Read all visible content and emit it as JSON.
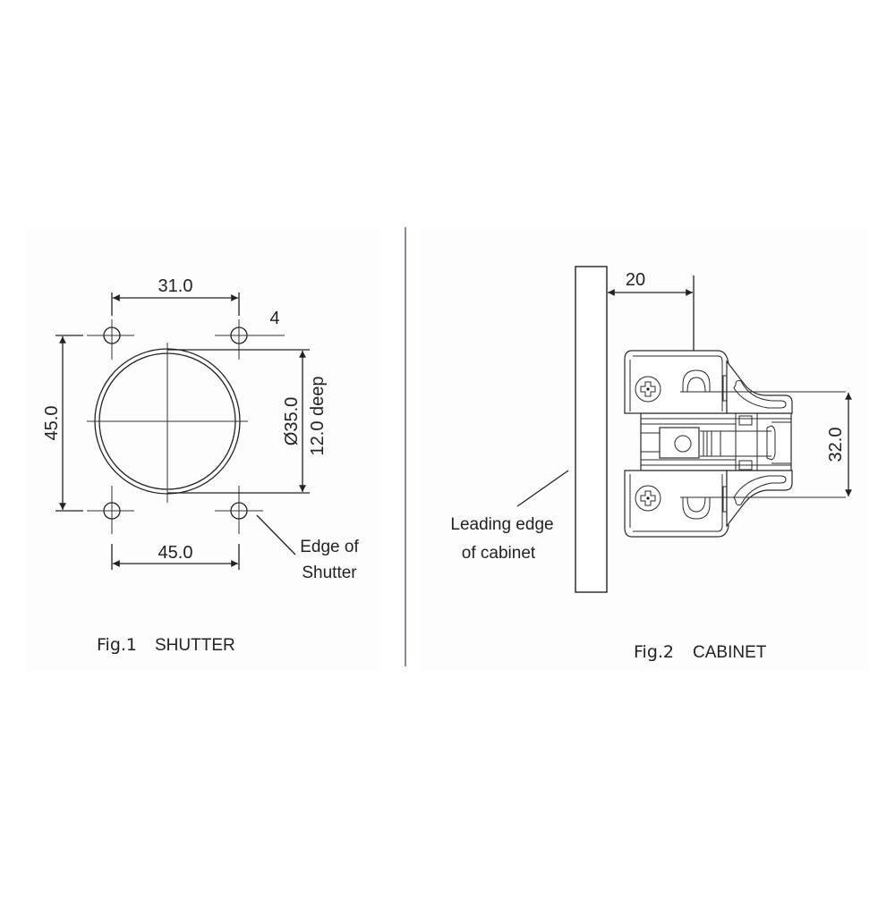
{
  "figure1": {
    "caption_prefix": "Fig.1",
    "caption_title": "SHUTTER",
    "dimensions": {
      "top_hole_spacing": "31.0",
      "hole_diameter": "4",
      "vertical_hole_spacing": "45.0",
      "bore_diameter": "Ø35.0",
      "bore_depth": "12.0 deep",
      "bottom_hole_spacing": "45.0"
    },
    "callout_line1": "Edge of",
    "callout_line2": "Shutter"
  },
  "figure2": {
    "caption_prefix": "Fig.2",
    "caption_title": "CABINET",
    "dimensions": {
      "edge_offset": "20",
      "screw_spacing": "32.0"
    },
    "callout_line1": "Leading edge",
    "callout_line2": "of cabinet"
  },
  "colors": {
    "line": "#222222",
    "divider": "#8a8aa8",
    "background": "#ffffff"
  }
}
